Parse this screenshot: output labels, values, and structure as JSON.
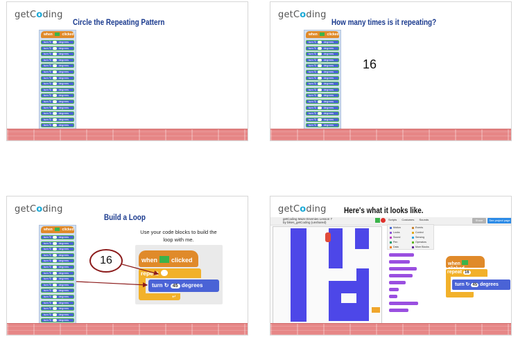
{
  "logo": {
    "text_a": "getC",
    "text_o": "o",
    "text_b": "ding"
  },
  "slides": [
    {
      "title": "Circle the Repeating Pattern"
    },
    {
      "title": "How many times is it repeating?",
      "answer": "16"
    },
    {
      "title": "Build a Loop",
      "note": "Use your code blocks to build the loop with me.",
      "callout": "16",
      "blocks": {
        "when": "when",
        "clicked": "clicked",
        "repeat": "repeat",
        "turn": "turn",
        "turn_value": "45",
        "degrees": "degrees"
      }
    },
    {
      "title": "Here's what it looks like.",
      "project": {
        "name": "getCoding Maze Enemies Lesson 7",
        "author": "by bikes_getCoding (unshared)"
      },
      "tabs": [
        "Scripts",
        "Costumes",
        "Sounds"
      ],
      "buttons": {
        "share": "Share",
        "see_project": "See project page"
      },
      "categories": [
        "Motion",
        "Looks",
        "Sound",
        "Pen",
        "Data",
        "Events",
        "Control",
        "Sensing",
        "Operators",
        "More Blocks"
      ],
      "script": {
        "when": "when",
        "clicked": "clicked",
        "repeat": "repeat",
        "repeat_value": "16",
        "turn": "turn",
        "turn_value": "45",
        "degrees": "degrees"
      }
    }
  ],
  "colors": {
    "title_blue": "#1a3a8e",
    "floor": "#e68686",
    "motion_block": "#4a63d6",
    "events_block": "#e08a2a",
    "control_block": "#f2b12a",
    "callout_ring": "#8c1c1c"
  }
}
